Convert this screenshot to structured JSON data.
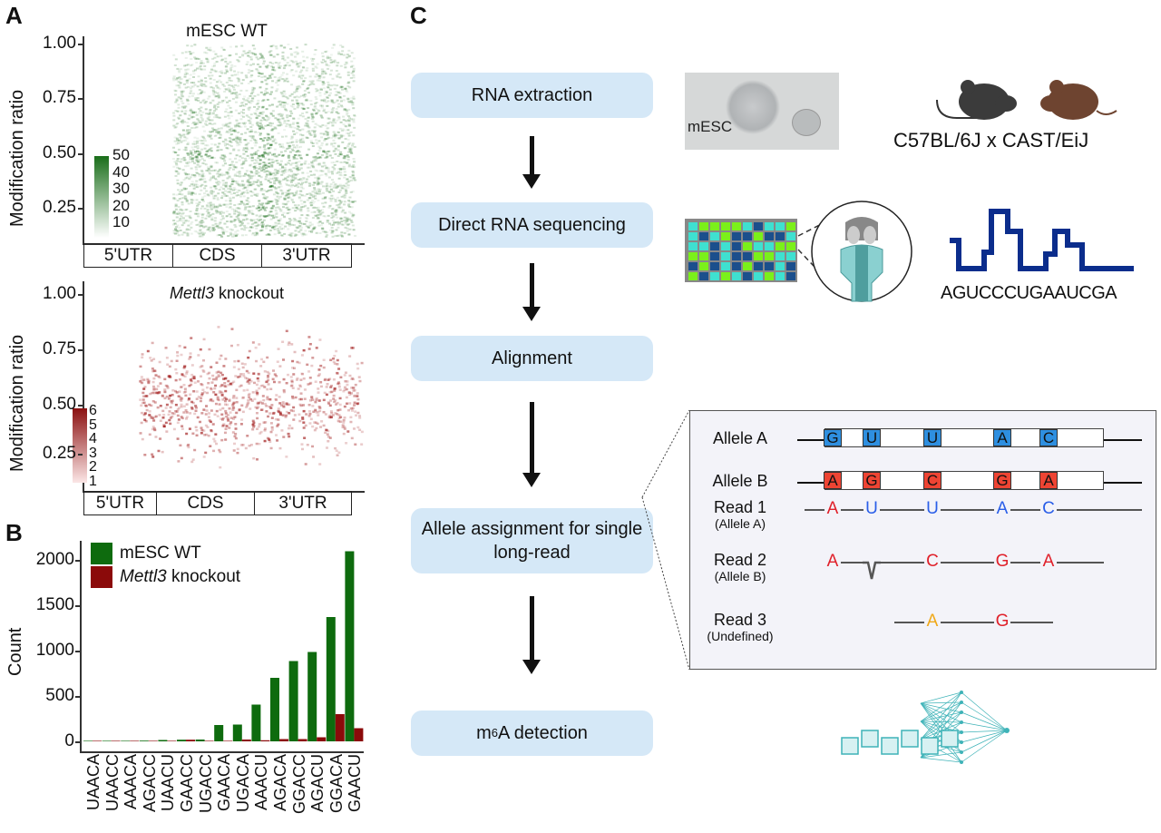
{
  "panel_labels": {
    "a": "A",
    "b": "B",
    "c": "C"
  },
  "panel_a": {
    "ylabel": "Modification ratio",
    "yticks": [
      "1.00",
      "0.75",
      "0.50",
      "0.25"
    ],
    "regions": [
      "5'UTR",
      "CDS",
      "3'UTR"
    ],
    "wt": {
      "title": "mESC WT",
      "legend": [
        "50",
        "40",
        "30",
        "20",
        "10"
      ],
      "color": "#1a6e1a"
    },
    "ko": {
      "title_italic": "Mettl3",
      "title_rest": " knockout",
      "legend": [
        "6",
        "5",
        "4",
        "3",
        "2",
        "1"
      ],
      "color": "#8b1010"
    }
  },
  "chart_data": {
    "type": "bar",
    "title": "",
    "xlabel": "",
    "ylabel": "Count",
    "ylim": [
      0,
      2200
    ],
    "yticks": [
      "2000",
      "1500",
      "1000",
      "500",
      "0"
    ],
    "legend_position": "top-left",
    "categories": [
      "UAACA",
      "UAACC",
      "AAACA",
      "AGACC",
      "UAACU",
      "GAACC",
      "UGACC",
      "GAACA",
      "UGACA",
      "AAACU",
      "AGACA",
      "GGACC",
      "AGACU",
      "GGACA",
      "GAACU"
    ],
    "series": [
      {
        "name": "mESC WT",
        "color": "#0e6b0e",
        "values": [
          0,
          3,
          3,
          8,
          15,
          18,
          20,
          180,
          185,
          405,
          700,
          885,
          985,
          1370,
          2095
        ]
      },
      {
        "name_italic": "Mettl3",
        "name": " knockout",
        "color": "#8b0a0a",
        "values": [
          0,
          0,
          0,
          3,
          5,
          18,
          5,
          3,
          20,
          12,
          25,
          25,
          45,
          300,
          145
        ]
      }
    ]
  },
  "panel_c": {
    "steps": [
      "RNA extraction",
      "Direct RNA sequencing",
      "Alignment",
      "Allele assignment for single long-read",
      "m6A detection"
    ],
    "m6a": {
      "m": "m",
      "sup": "6",
      "rest": "A detection"
    },
    "photo_label": "mESC",
    "mice_label": "C57BL/6J x CAST/EiJ",
    "sequence": "AGUCCCUGAAUCGA",
    "alleles": [
      {
        "name": "Allele A",
        "bases": [
          "G",
          "U",
          "U",
          "A",
          "C"
        ],
        "color": "#2e8fe0"
      },
      {
        "name": "Allele B",
        "bases": [
          "A",
          "G",
          "C",
          "G",
          "A"
        ],
        "color": "#ee4433"
      }
    ],
    "reads": [
      {
        "name": "Read 1",
        "sub": "(Allele A)",
        "bases": [
          "A",
          "U",
          "U",
          "A",
          "C"
        ],
        "colors": [
          "#e0202a",
          "#2a5ee8",
          "#2a5ee8",
          "#2a5ee8",
          "#2a5ee8"
        ]
      },
      {
        "name": "Read 2",
        "sub": "(Allele B)",
        "bases": [
          "A",
          "C",
          "G",
          "A"
        ],
        "colors": [
          "#e0202a",
          "#e0202a",
          "#e0202a",
          "#e0202a"
        ]
      },
      {
        "name": "Read 3",
        "sub": "(Undefined)",
        "bases": [
          "A",
          "G"
        ],
        "colors": [
          "#f0a818",
          "#e0202a"
        ]
      }
    ]
  }
}
